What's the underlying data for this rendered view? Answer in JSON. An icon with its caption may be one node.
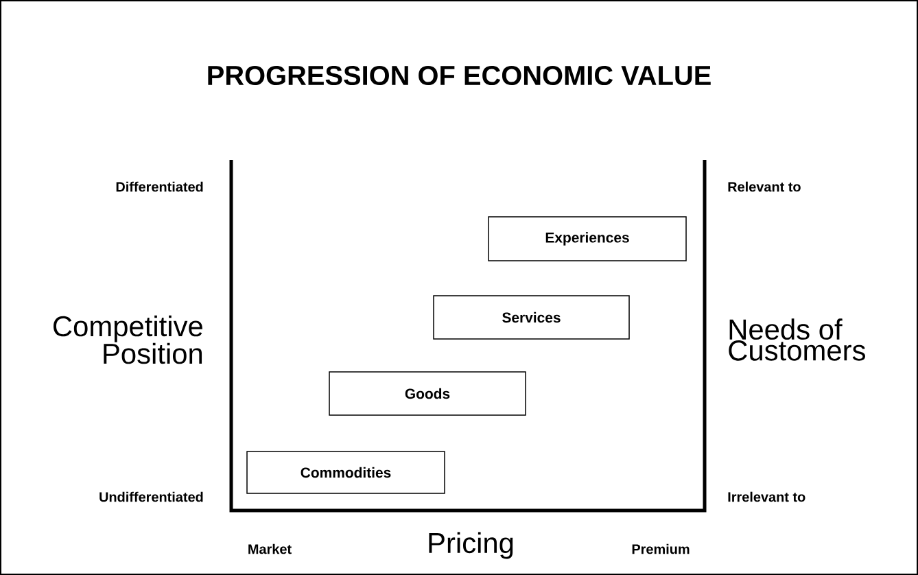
{
  "diagram": {
    "title": "PROGRESSION OF ECONOMIC VALUE",
    "nodes": [
      {
        "text": [
          "Experiences"
        ]
      },
      {
        "text": [
          "Services"
        ]
      },
      {
        "text": [
          "Goods"
        ]
      },
      {
        "text": [
          "Commodities"
        ]
      }
    ],
    "labels": [
      "Differentiated",
      "Relevant to",
      "Competitive Position",
      "Needs of Customers",
      "Undifferentiated",
      "Irrelevant to",
      "Market",
      "Pricing",
      "Premium"
    ]
  }
}
